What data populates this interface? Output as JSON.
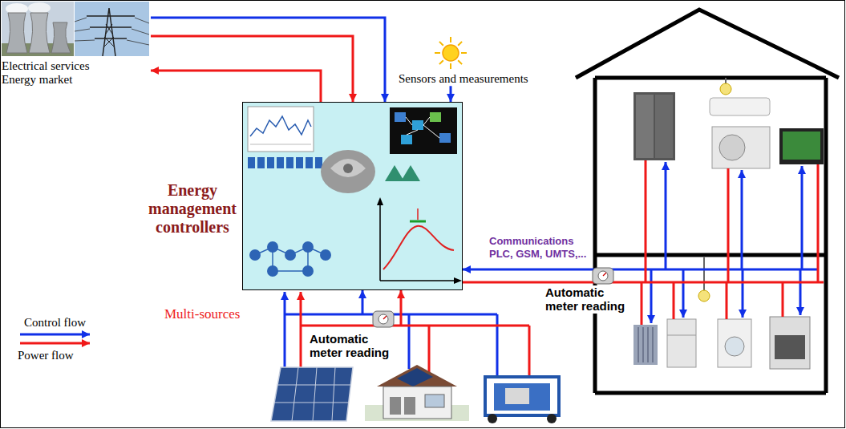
{
  "diagram": {
    "nodes": [
      {
        "text": [
          "Electrical services",
          "Energy market"
        ]
      },
      {
        "text": [
          "Sensors and measurements"
        ]
      },
      {
        "text": [
          "Energy management controllers"
        ]
      },
      {
        "text": [
          "Automatic meter reading"
        ]
      },
      {
        "text": [
          "Automatic meter reading"
        ]
      }
    ],
    "edges": [
      {
        "from": 0,
        "to": 2,
        "arrow": "to"
      },
      {
        "from": 2,
        "to": 0,
        "arrow": "to"
      },
      {
        "from": 0,
        "to": 2,
        "arrow": "to"
      },
      {
        "from": 1,
        "to": 2,
        "arrow": "to"
      },
      {
        "from": 3,
        "to": 2,
        "arrow": "to"
      },
      {
        "from": 2,
        "to": 3,
        "arrow": "none"
      },
      {
        "from": 4,
        "to": 2,
        "arrow": "to"
      },
      {
        "from": 4,
        "to": 2,
        "arrow": "to"
      }
    ],
    "labels": [
      "Communications",
      "PLC, GSM, UMTS,...",
      "Multi-sources"
    ],
    "legend": [
      {
        "text": "Control flow"
      },
      {
        "text": "Power flow"
      }
    ]
  }
}
